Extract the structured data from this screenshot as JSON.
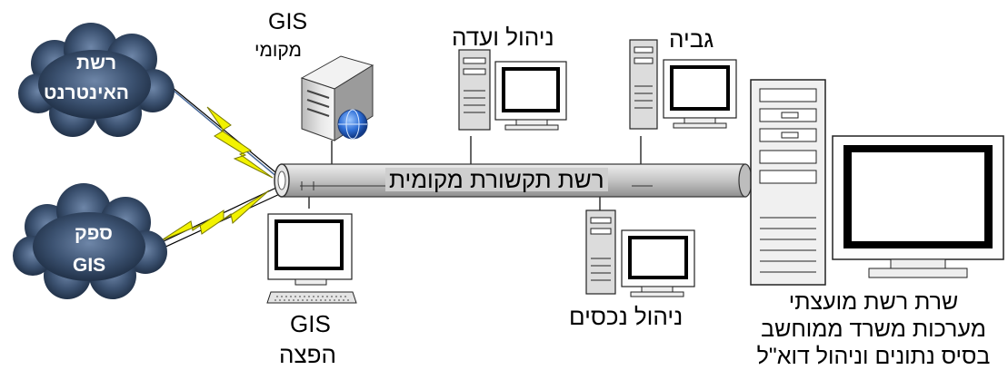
{
  "clouds": {
    "internet_label_line1": "רשת",
    "internet_label_line2": "האינטרנט",
    "gis_provider_line1": "ספק",
    "gis_provider_line2": "GIS"
  },
  "backbone": {
    "label": "רשת תקשורת מקומית"
  },
  "nodes": {
    "local_gis_line1": "GIS",
    "local_gis_line2": "מקומי",
    "committee": "ניהול ועדה",
    "billing": "גביה",
    "assets": "ניהול נכסים",
    "gis_dist_line1": "GIS",
    "gis_dist_line2": "הפצה",
    "server_line1": "שרת רשת מועצתי",
    "server_line2": "מערכות משרד ממוחשב",
    "server_line3": "בסיס נתונים וניהול דוא\"ל"
  },
  "colors": {
    "cloud_dark": "#1b2a3f",
    "cloud_mid": "#3c5271",
    "cloud_light": "#6e86a8",
    "lightning": "#f2f200",
    "pipe": "#c9c9c9",
    "pc_case": "#d8d8d8",
    "screen": "#000000"
  }
}
